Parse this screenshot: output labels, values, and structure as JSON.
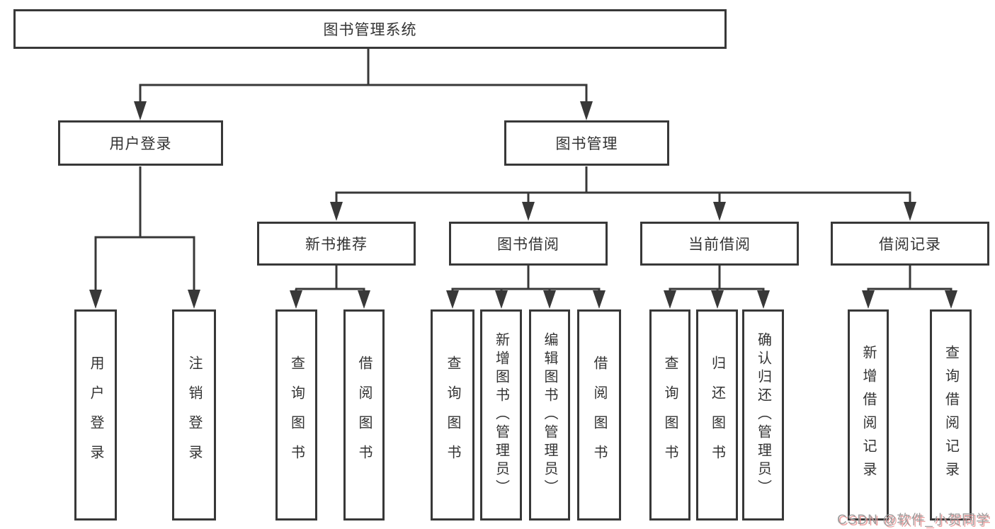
{
  "diagram": {
    "root": {
      "label": "图书管理系统"
    },
    "branches": [
      {
        "label": "用户登录",
        "children": [
          {
            "label": "用户登录"
          },
          {
            "label": "注销登录"
          }
        ]
      },
      {
        "label": "图书管理",
        "children": [
          {
            "label": "新书推荐",
            "children": [
              {
                "label": "查询图书"
              },
              {
                "label": "借阅图书"
              }
            ]
          },
          {
            "label": "图书借阅",
            "children": [
              {
                "label": "查询图书"
              },
              {
                "label": "新增图书（管理员）"
              },
              {
                "label": "编辑图书（管理员）"
              },
              {
                "label": "借阅图书"
              }
            ]
          },
          {
            "label": "当前借阅",
            "children": [
              {
                "label": "查询图书"
              },
              {
                "label": "归还图书"
              },
              {
                "label": "确认归还（管理员）"
              }
            ]
          },
          {
            "label": "借阅记录",
            "children": [
              {
                "label": "新增借阅记录"
              },
              {
                "label": "查询借阅记录"
              }
            ]
          }
        ]
      }
    ]
  },
  "watermark": {
    "text": "CSDN @软件_小贺同学"
  },
  "colors": {
    "line": "#383838",
    "text": "#333333",
    "background": "#ffffff",
    "watermark": "#9e9e9e",
    "watermark_shadow": "#e78c8c"
  }
}
